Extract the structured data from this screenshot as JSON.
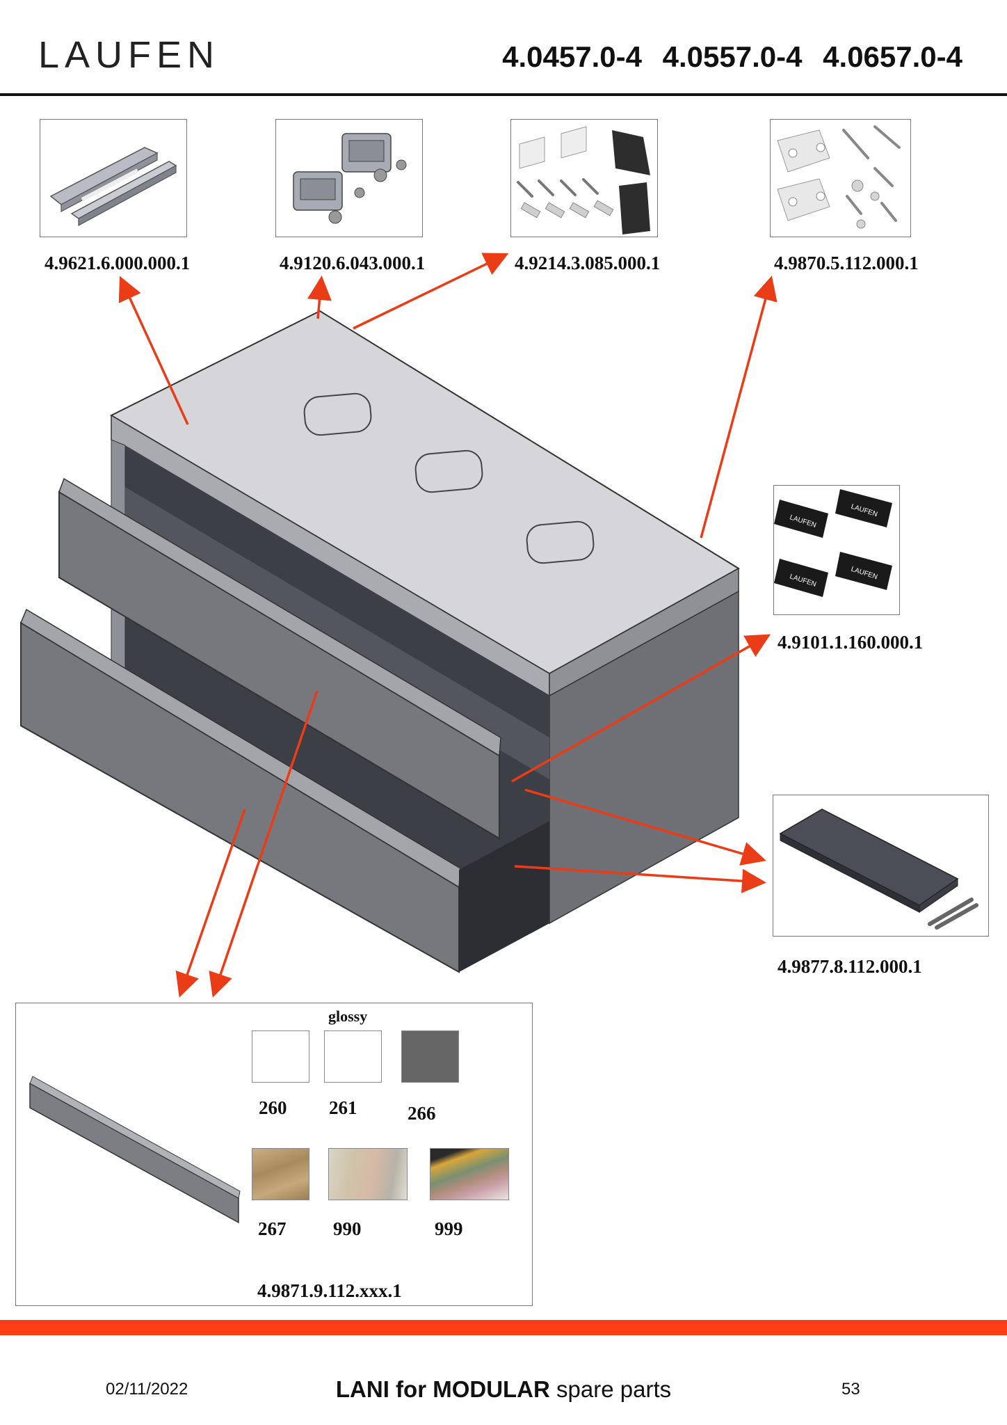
{
  "header": {
    "brand": "LAUFEN",
    "product_codes": "4.0457.0-4   4.0557.0-4   4.0657.0-4"
  },
  "parts": {
    "rails": "4.9621.6.000.000.1",
    "hinges": "4.9120.6.043.000.1",
    "covers": "4.9214.3.085.000.1",
    "brackets": "4.9870.5.112.000.1",
    "labels": "4.9101.1.160.000.1",
    "inner_drawer": "4.9877.8.112.000.1",
    "front": "4.9871.9.112.xxx.1"
  },
  "label_text": "LAUFEN",
  "finishes": {
    "title": "glossy",
    "items": [
      {
        "code": "260",
        "color": "#ffffff"
      },
      {
        "code": "261",
        "color": "#ffffff"
      },
      {
        "code": "266",
        "color": "#666666"
      },
      {
        "code": "267",
        "color": "#b89a70"
      },
      {
        "code": "990",
        "color": "#d9cfc2"
      },
      {
        "code": "999",
        "color": "#c9a14a"
      }
    ]
  },
  "colors": {
    "accent": "#ff3d14",
    "arrow": "#ea3c16"
  },
  "footer": {
    "date": "02/11/2022",
    "title_bold": "LANI for MODULAR",
    "title_rest": " spare parts",
    "page": "53"
  }
}
